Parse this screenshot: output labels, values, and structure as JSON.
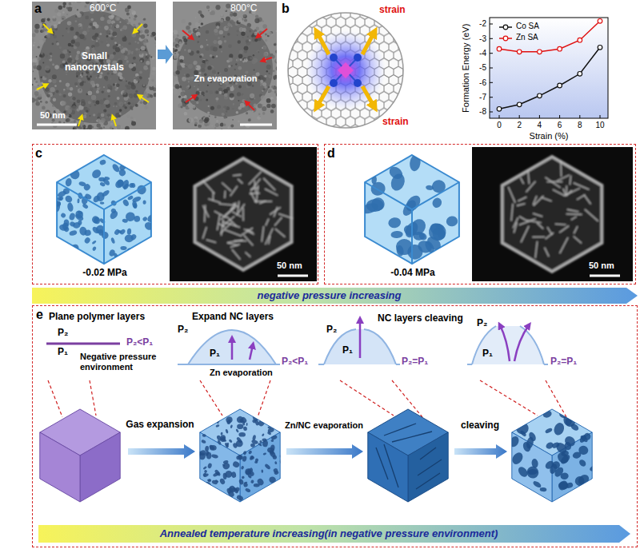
{
  "diagram": {
    "nodes": [
      {
        "text": [
          "c",
          "-0.02 MPa",
          "50 nm"
        ]
      },
      {
        "text": [
          "d",
          "-0.04 MPa",
          "50 nm"
        ]
      },
      {
        "text": [
          "negative pressure increasing"
        ]
      },
      {
        "text": [
          "e",
          "Plane polymer layers",
          "P₂",
          "P₁",
          "P₂<P₁",
          "Negative pressure environment",
          "Expand NC layers",
          "P₂",
          "P₁",
          "Zn evaporation",
          "P₂<P₁",
          "NC layers cleaving",
          "P₂",
          "P₁",
          "P₂=P₁",
          "P₂",
          "P₁",
          "P₂=P₁",
          "Gas expansion",
          "Zn/NC evaporation",
          "cleaving"
        ]
      },
      {
        "text": [
          "Annealed temperature increasing(in negative pressure environment)"
        ],
        "in": 3
      }
    ],
    "labels": [
      "a",
      "600°C",
      "800°C",
      "Small nanocrystals",
      "Zn evaporation",
      "50 nm",
      "b",
      "strain",
      "strain",
      "Formation Energy (eV)",
      "-2",
      "-3",
      "-4",
      "-5",
      "-6",
      "-7",
      "-8",
      "0",
      "2",
      "4",
      "6",
      "8",
      "10",
      "Strain (%)"
    ],
    "legend": [
      {
        "text": "Co SA"
      },
      {
        "text": "Zn SA"
      }
    ]
  }
}
